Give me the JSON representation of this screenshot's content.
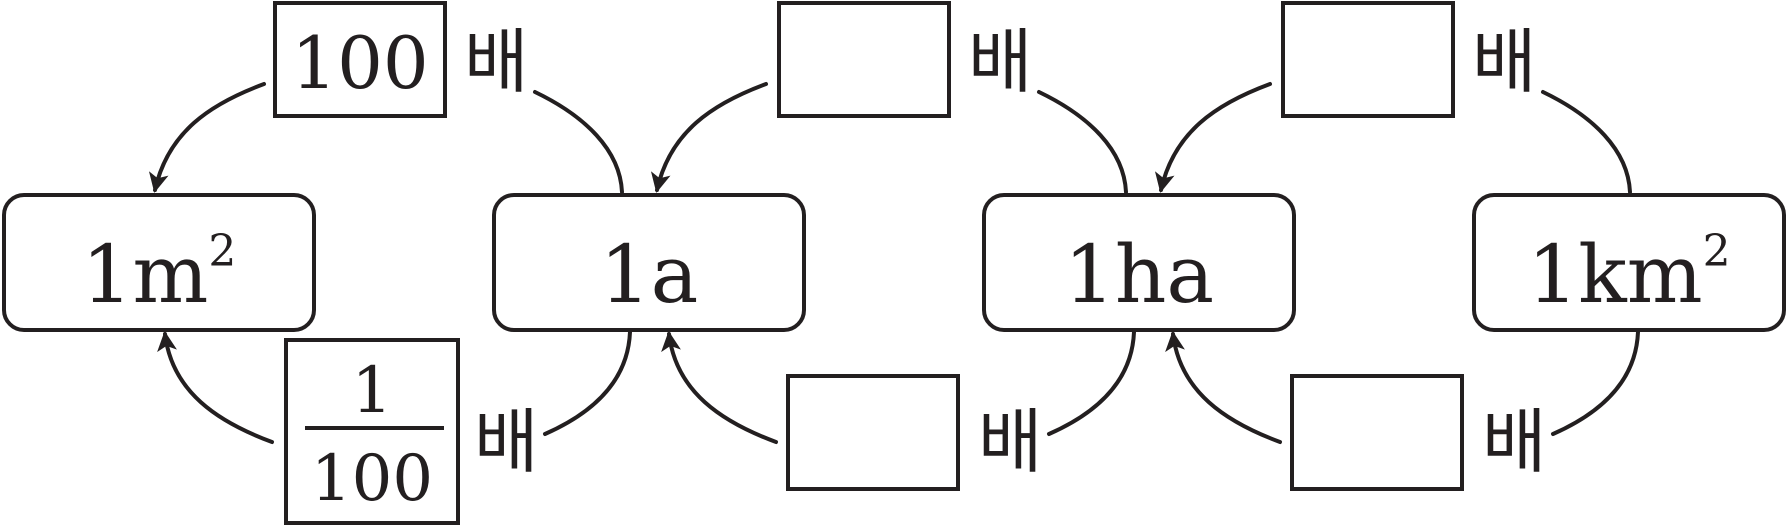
{
  "units": [
    {
      "base": "1m",
      "sup": "2"
    },
    {
      "base": "1a",
      "sup": ""
    },
    {
      "base": "1ha",
      "sup": ""
    },
    {
      "base": "1km",
      "sup": "2"
    }
  ],
  "top_row": {
    "boxes": [
      {
        "text": "100"
      },
      {
        "text": ""
      },
      {
        "text": ""
      }
    ],
    "suffix": "배"
  },
  "bottom_row": {
    "boxes": [
      {
        "numerator": "1",
        "denominator": "100"
      },
      {
        "text": ""
      },
      {
        "text": ""
      }
    ],
    "suffix": "배"
  }
}
